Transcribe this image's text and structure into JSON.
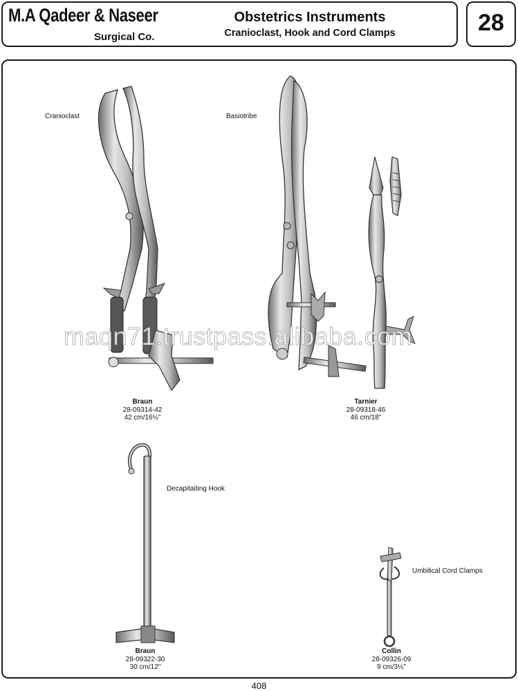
{
  "header": {
    "company_name": "M.A Qadeer & Naseer",
    "company_sub": "Surgical Co.",
    "category_title": "Obstetrics Instruments",
    "category_subtitle": "Cranioclast, Hook and Cord Clamps",
    "page_number": "28"
  },
  "labels": {
    "cranioclast": "Cranioclast",
    "basiotribe": "Basiotribe",
    "decapitating_hook": "Decapitaiting Hook",
    "umbilical_cord_clamps": "Umbilical Cord Clamps"
  },
  "products": [
    {
      "maker": "Braun",
      "code": "28-09314-42",
      "size": "42 cm/16½\""
    },
    {
      "maker": "Tarnier",
      "code": "28-09318-46",
      "size": "46 cm/18\""
    },
    {
      "maker": "Braun",
      "code": "28-09322-30",
      "size": "30 cm/12\""
    },
    {
      "maker": "Collin",
      "code": "28-09326-09",
      "size": "9 cm/3½\""
    }
  ],
  "watermark": "maqn71.trustpass.alibaba.com",
  "footer": {
    "page": "408"
  },
  "colors": {
    "border": "#1a1a1a",
    "steel": "#b8b8b8",
    "steel_dark": "#555555"
  }
}
